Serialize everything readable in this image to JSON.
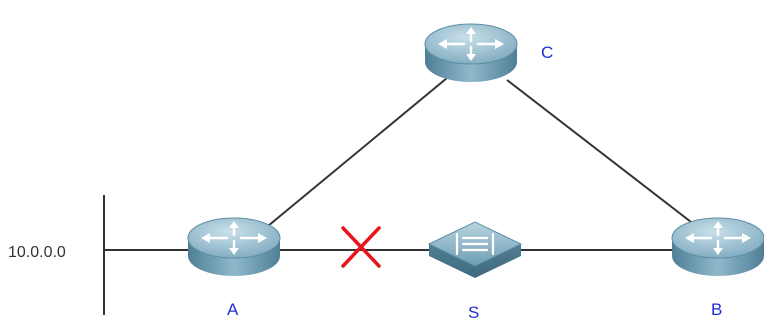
{
  "network": {
    "label": "10.0.0.0"
  },
  "nodes": {
    "A": {
      "label": "A",
      "type": "router"
    },
    "B": {
      "label": "B",
      "type": "router"
    },
    "C": {
      "label": "C",
      "type": "router"
    },
    "S": {
      "label": "S",
      "type": "switch"
    }
  },
  "links": [
    {
      "from": "network",
      "to": "A",
      "status": "up"
    },
    {
      "from": "A",
      "to": "S",
      "status": "down"
    },
    {
      "from": "S",
      "to": "B",
      "status": "up"
    },
    {
      "from": "A",
      "to": "C",
      "status": "up"
    },
    {
      "from": "C",
      "to": "B",
      "status": "up"
    }
  ],
  "colors": {
    "label": "#1f2fd6",
    "link": "#333333",
    "failure_mark": "#e8141c",
    "device_body": "#7aa9bf",
    "device_top": "#9cc3d6"
  }
}
